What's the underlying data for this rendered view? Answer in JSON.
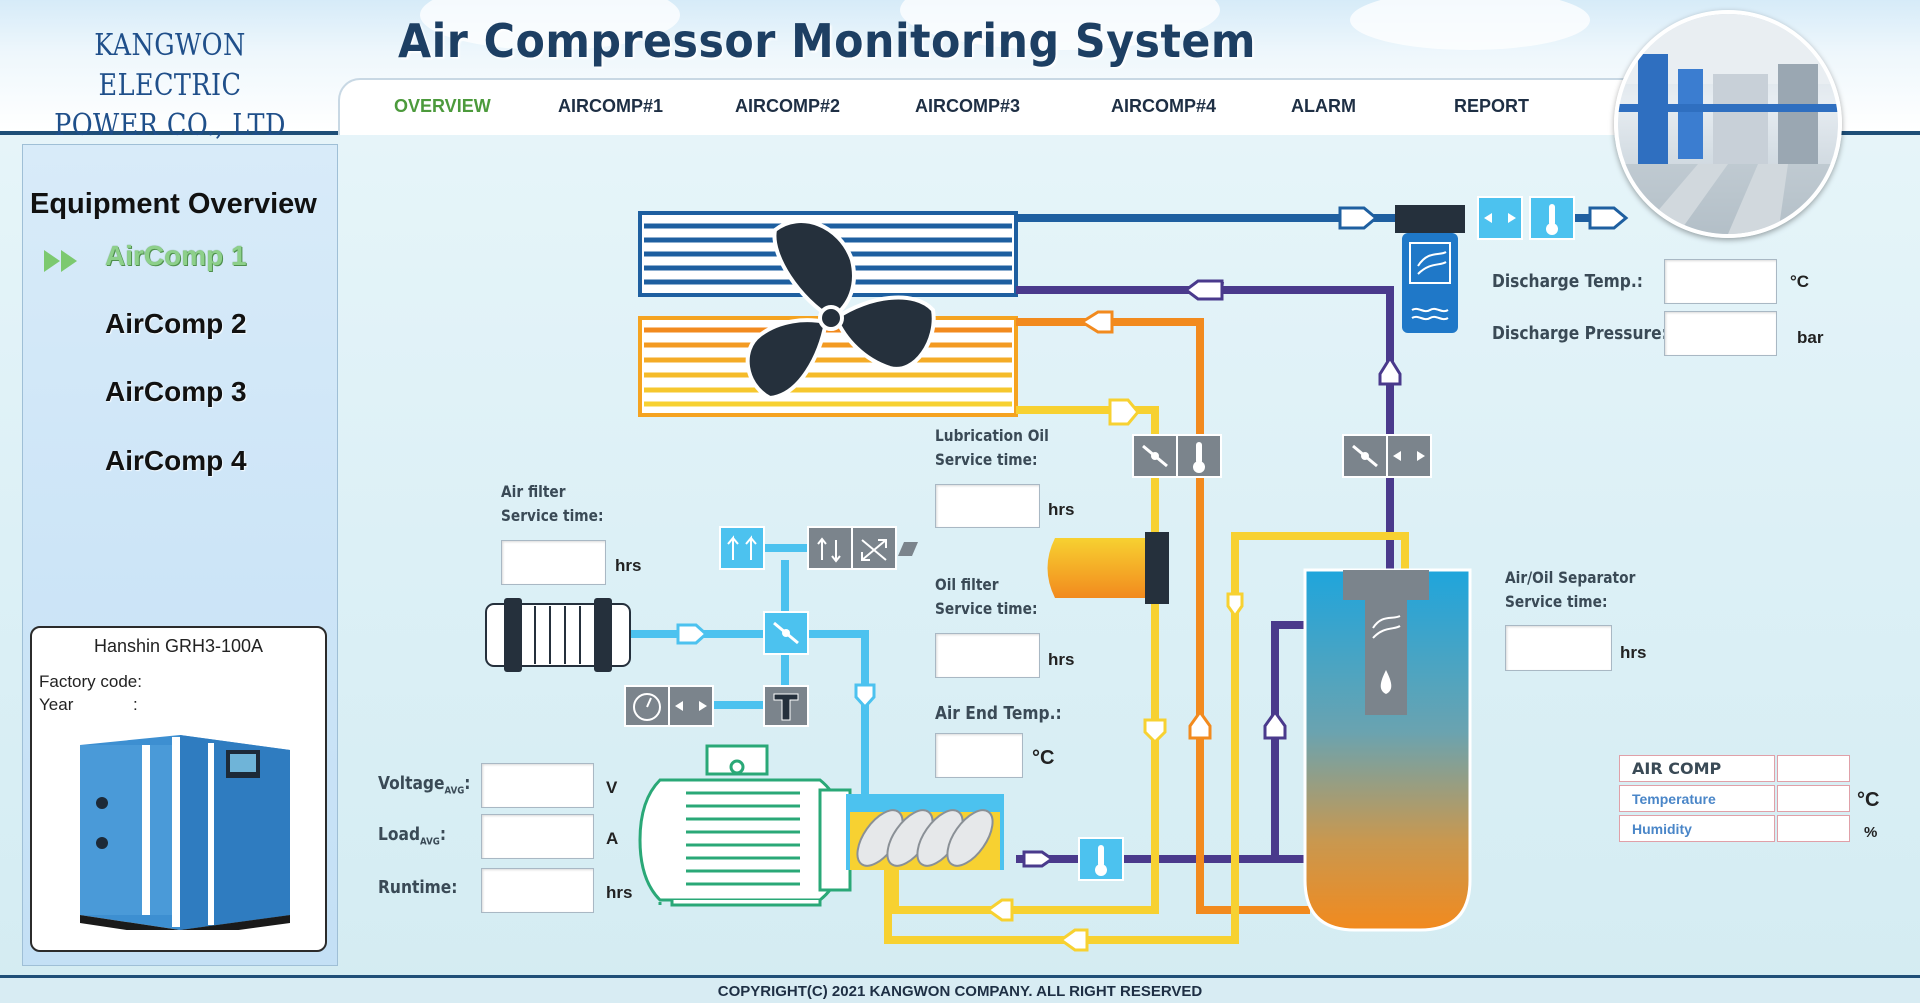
{
  "header": {
    "company_line1": "KANGWON",
    "company_line2": "ELECTRIC POWER CO., LTD",
    "title": "Air Compressor Monitoring System"
  },
  "nav": [
    {
      "label": "OVERVIEW",
      "active": true
    },
    {
      "label": "AIRCOMP#1"
    },
    {
      "label": "AIRCOMP#2"
    },
    {
      "label": "AIRCOMP#3"
    },
    {
      "label": "AIRCOMP#4"
    },
    {
      "label": "ALARM"
    },
    {
      "label": "REPORT"
    }
  ],
  "sidebar": {
    "title": "Equipment Overview",
    "items": [
      {
        "label": "AirComp 1",
        "active": true
      },
      {
        "label": "AirComp 2"
      },
      {
        "label": "AirComp 3"
      },
      {
        "label": "AirComp 4"
      }
    ],
    "card": {
      "model": "Hanshin GRH3-100A",
      "factory_code_label": "Factory code:",
      "year_label": "Year",
      "year_colon": ":"
    }
  },
  "diagram": {
    "discharge_temp_label": "Discharge Temp.:",
    "discharge_temp_unit": "°C",
    "discharge_pressure_label": "Discharge Pressure:",
    "discharge_pressure_unit": "bar",
    "lub_oil_label_1": "Lubrication Oil",
    "lub_oil_label_2": "Service time:",
    "lub_oil_unit": "hrs",
    "air_filter_label_1": "Air filter",
    "air_filter_label_2": "Service time:",
    "air_filter_unit": "hrs",
    "oil_filter_label_1": "Oil filter",
    "oil_filter_label_2": "Service time:",
    "oil_filter_unit": "hrs",
    "air_end_temp_label": "Air End Temp.:",
    "air_end_temp_unit": "°C",
    "separator_label_1": "Air/Oil Separator",
    "separator_label_2": "Service time:",
    "separator_unit": "hrs",
    "voltage_label": "Voltage",
    "voltage_sub": "AVG",
    "voltage_unit": "V",
    "load_label": "Load",
    "load_sub": "AVG",
    "load_unit": "A",
    "colon": ":",
    "runtime_label": "Runtime:",
    "runtime_unit": "hrs"
  },
  "room": {
    "title": "AIR COMP ROOM",
    "temperature_label": "Temperature",
    "temperature_unit": "°C",
    "humidity_label": "Humidity",
    "humidity_unit": "%"
  },
  "footer": "COPYRIGHT(C) 2021 KANGWON COMPANY. ALL RIGHT RESERVED",
  "colors": {
    "nav_active": "#4c9a3c",
    "air_pipe": "#1e5fa0",
    "purple_pipe": "#4a3a8c",
    "oil_yellow": "#f7d131",
    "oil_orange": "#f28a1e",
    "light_pipe": "#4cc2ef"
  }
}
